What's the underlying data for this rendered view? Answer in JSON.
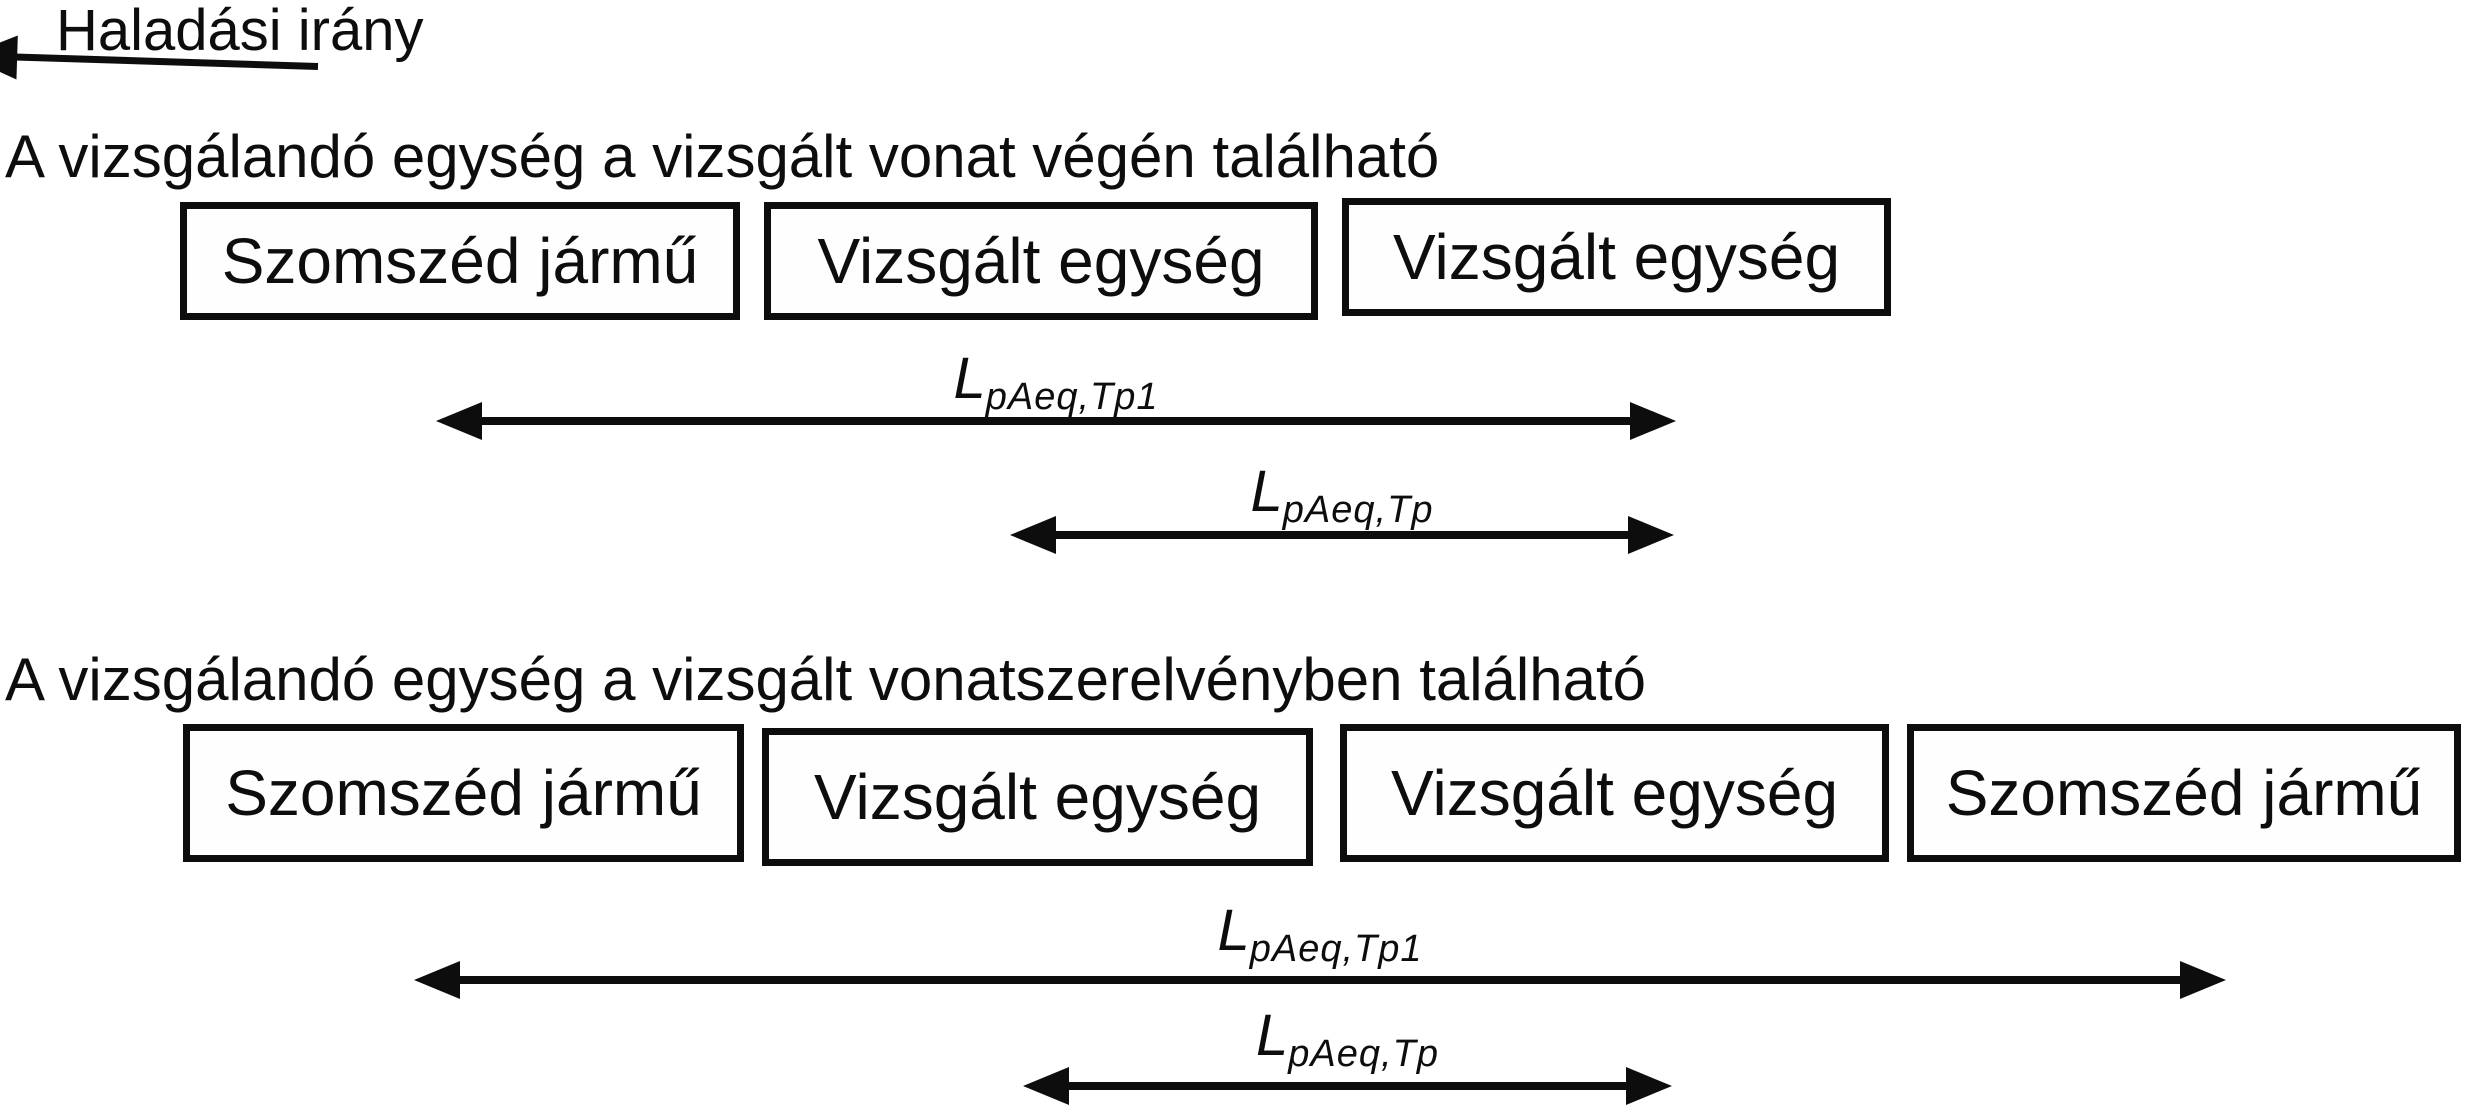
{
  "direction": {
    "label": "Haladási irány"
  },
  "section1": {
    "heading": "A vizsgálandó egység a vizsgált vonat végén található",
    "boxes": [
      "Szomszéd jármű",
      "Vizsgált egység",
      "Vizsgált egység"
    ],
    "measures": [
      {
        "symbol": "L",
        "subscript": "pAeq,Tp1"
      },
      {
        "symbol": "L",
        "subscript": "pAeq,Tp"
      }
    ]
  },
  "section2": {
    "heading": "A vizsgálandó egység a vizsgált vonatszerelvényben található",
    "boxes": [
      "Szomszéd jármű",
      "Vizsgált egység",
      "Vizsgált egység",
      "Szomszéd jármű"
    ],
    "measures": [
      {
        "symbol": "L",
        "subscript": "pAeq,Tp1"
      },
      {
        "symbol": "L",
        "subscript": "pAeq,Tp"
      }
    ]
  },
  "colors": {
    "ink": "#0d0d0d",
    "background": "#ffffff"
  }
}
